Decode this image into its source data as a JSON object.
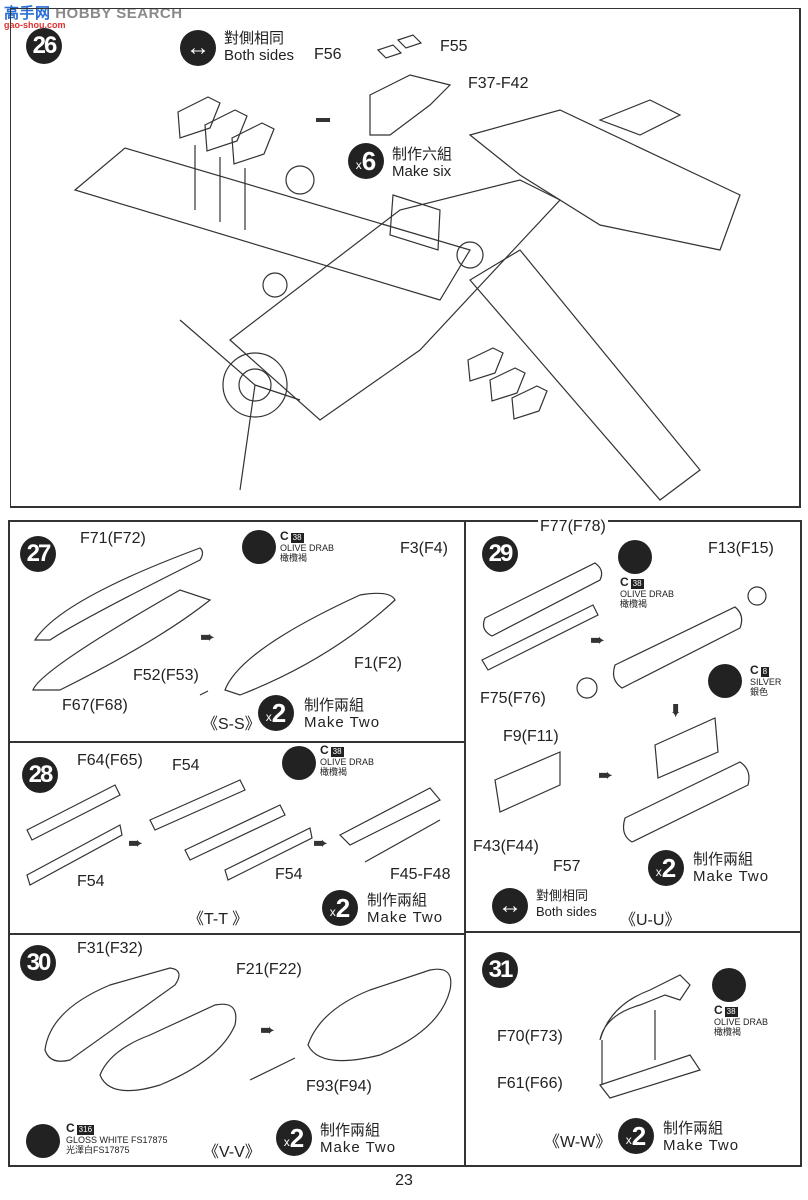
{
  "watermark": {
    "text": "HOBBY SEARCH",
    "logo_text": "高手网",
    "logo_sub": "gao-shou.com"
  },
  "page_number": "23",
  "steps": {
    "s26": {
      "number": "26",
      "both_sides_cn": "對側相同",
      "both_sides_en": "Both sides",
      "parts": [
        "F56",
        "F55",
        "F37-F42"
      ],
      "multiplier": {
        "x": "x",
        "n": "6",
        "cn": "制作六組",
        "en": "Make six"
      }
    },
    "s27": {
      "number": "27",
      "parts": [
        "F71(F72)",
        "F3(F4)",
        "F1(F2)",
        "F52(F53)",
        "F67(F68)"
      ],
      "paint": {
        "code_prefix": "C",
        "code": "38",
        "name_en": "OLIVE DRAB",
        "name_cn": "橄欖褐"
      },
      "sequence": "《S-S》",
      "multiplier": {
        "x": "x",
        "n": "2",
        "cn": "制作兩組",
        "en": "Make Two"
      }
    },
    "s28": {
      "number": "28",
      "parts": [
        "F64(F65)",
        "F54",
        "F54",
        "F54",
        "F45-F48"
      ],
      "paint": {
        "code_prefix": "C",
        "code": "38",
        "name_en": "OLIVE DRAB",
        "name_cn": "橄欖褐"
      },
      "sequence": "《T-T 》",
      "multiplier": {
        "x": "x",
        "n": "2",
        "cn": "制作兩組",
        "en": "Make Two"
      }
    },
    "s29": {
      "number": "29",
      "parts": [
        "F77(F78)",
        "F13(F15)",
        "F75(F76)",
        "F9(F11)",
        "F43(F44)",
        "F57"
      ],
      "paint": {
        "code_prefix": "C",
        "code": "38",
        "name_en": "OLIVE DRAB",
        "name_cn": "橄欖褐"
      },
      "paint2": {
        "code_prefix": "C",
        "code": "8",
        "name_en": "SILVER",
        "name_cn": "銀色"
      },
      "both_sides_cn": "對側相同",
      "both_sides_en": "Both sides",
      "sequence": "《U-U》",
      "multiplier": {
        "x": "x",
        "n": "2",
        "cn": "制作兩組",
        "en": "Make Two"
      }
    },
    "s30": {
      "number": "30",
      "parts": [
        "F31(F32)",
        "F21(F22)",
        "F93(F94)"
      ],
      "paint": {
        "code_prefix": "C",
        "code": "316",
        "name_en": "GLOSS WHITE FS17875",
        "name_cn": "光澤白FS17875"
      },
      "sequence": "《V-V》",
      "multiplier": {
        "x": "x",
        "n": "2",
        "cn": "制作兩組",
        "en": "Make Two"
      }
    },
    "s31": {
      "number": "31",
      "parts": [
        "F70(F73)",
        "F61(F66)"
      ],
      "paint": {
        "code_prefix": "C",
        "code": "38",
        "name_en": "OLIVE DRAB",
        "name_cn": "橄欖褐"
      },
      "sequence": "《W-W》",
      "multiplier": {
        "x": "x",
        "n": "2",
        "cn": "制作兩組",
        "en": "Make Two"
      }
    }
  }
}
